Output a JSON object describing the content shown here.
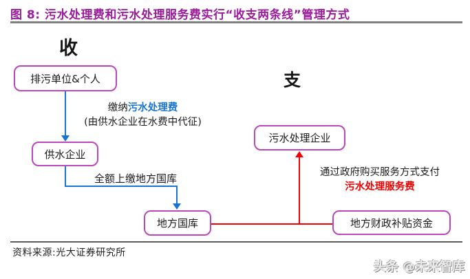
{
  "colors": {
    "title": "#9B1C9B",
    "box_border": "#BB46BB",
    "blue": "#1874D2",
    "red": "#F40000",
    "divider": "#7F7F7F"
  },
  "title": {
    "prefix": "图 8:",
    "text": "污水处理费和污水处理服务费实行“收支两条线”管理方式"
  },
  "sections": {
    "income_label": "收",
    "expense_label": "支"
  },
  "nodes": {
    "polluters": "排污单位&个人",
    "water_supplier": "供水企业",
    "local_treasury": "地方国库",
    "sewage_treatment_company": "污水处理企业",
    "local_fiscal_subsidy": "地方财政补贴资金"
  },
  "edge_labels": {
    "pay_prefix": "缴纳",
    "pay_fee": "污水处理费",
    "pay_note": "(由供水企业在水费中代征)",
    "remit": "全额上缴地方国库",
    "purchase": "通过政府购买服务方式支付",
    "purchase_fee": "污水处理服务费"
  },
  "footer": {
    "source": "资料来源:光大证券研究所",
    "watermark": "头条 @未来智库"
  }
}
